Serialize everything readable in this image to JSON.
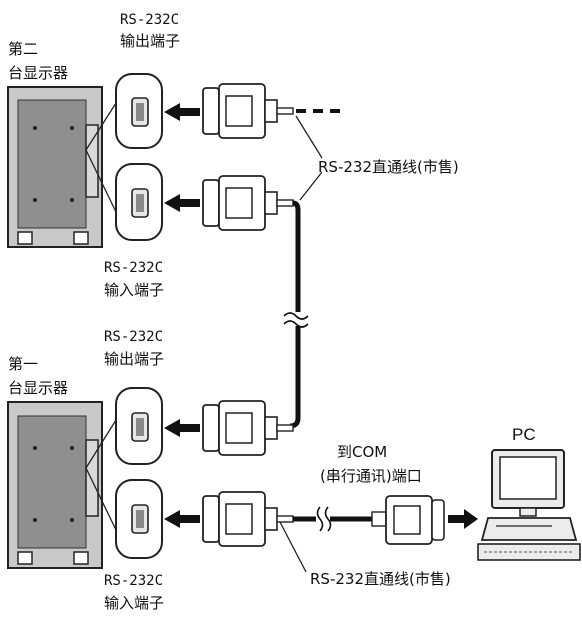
{
  "display2": {
    "title_line1": "第二",
    "title_line2": "台显示器",
    "out_port_line1": "RS-232C",
    "out_port_line2": "输出端子",
    "in_port_line1": "RS-232C",
    "in_port_line2": "输入端子"
  },
  "display1": {
    "title_line1": "第一",
    "title_line2": "台显示器",
    "out_port_line1": "RS-232C",
    "out_port_line2": "输出端子",
    "in_port_line1": "RS-232C",
    "in_port_line2": "输入端子"
  },
  "cable_label_top": "RS-232直通线(市售)",
  "cable_label_bottom": "RS-232直通线(市售)",
  "com_label_line1": "到COM",
  "com_label_line2": "(串行通讯)端口",
  "pc_label": "PC"
}
